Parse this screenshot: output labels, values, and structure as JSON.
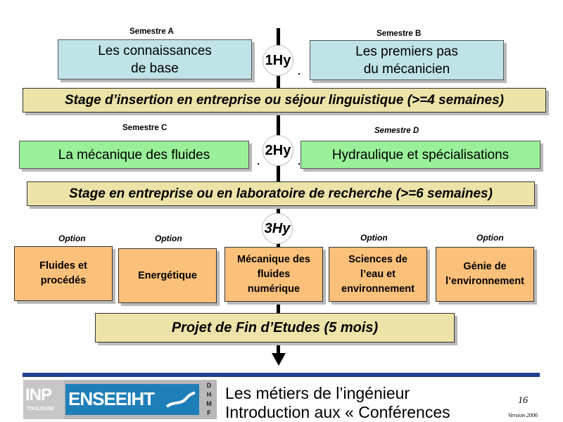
{
  "semesters": {
    "a": "Semestre A",
    "b": "Semestre B",
    "c": "Semestre C",
    "d": "Semestre D"
  },
  "years": [
    "1Hy",
    "2Hy",
    "3Hy"
  ],
  "boxes": {
    "connaissances": [
      "Les connaissances",
      "de base"
    ],
    "premiers_pas": [
      "Les premiers pas",
      "du mécanicien"
    ],
    "fluides": "La mécanique des fluides",
    "hydraulique": "Hydraulique et spécialisations"
  },
  "stages": {
    "insertion": "Stage d’insertion en entreprise ou séjour linguistique (>=4 semaines)",
    "recherche": "Stage en entreprise ou en laboratoire de recherche (>=6 semaines)",
    "projet": "Projet de Fin d’Etudes (5 mois)"
  },
  "option_label": "Option",
  "options": [
    [
      "Fluides et",
      "procédés"
    ],
    [
      "Energétique"
    ],
    [
      "Mécanique des",
      "fluides",
      "numérique"
    ],
    [
      "Sciences de",
      "l’eau et",
      "environnement"
    ],
    [
      "Génie de",
      "l’environnement"
    ]
  ],
  "footer": {
    "logo_inp": "INP",
    "logo_inp_sub": "TOULOUSE",
    "logo_enseeiht": "ENSEEIHT",
    "logo_dept": [
      "D",
      "H",
      "M",
      "F"
    ],
    "title_line1": "Les métiers de l’ingénieur",
    "title_line2": "Introduction aux « Conférences",
    "page_number": "16",
    "version": "Version 2006"
  },
  "colors": {
    "blue_box": "#bfe3e6",
    "green_box": "#99f099",
    "stage_box": "#ede3a8",
    "option_box": "#fbc07a",
    "footer_bar": "#1f3f8f"
  }
}
